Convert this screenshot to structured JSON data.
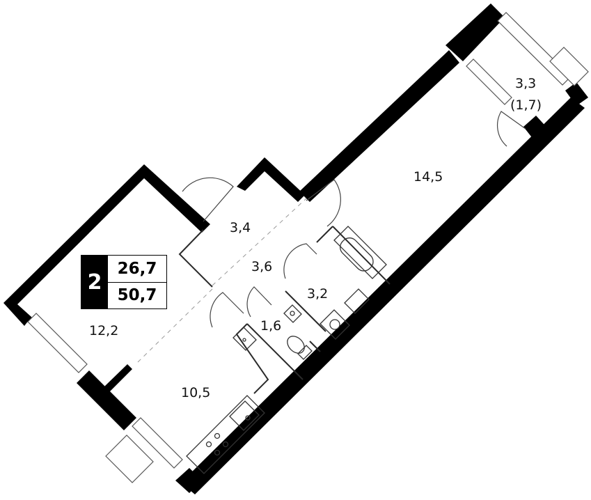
{
  "summary": {
    "rooms": "2",
    "living_area": "26,7",
    "total_area": "50,7"
  },
  "rooms": {
    "living_room_left": "12,2",
    "kitchen": "10,5",
    "hall": "3,4",
    "corridor": "3,6",
    "bathroom": "3,2",
    "toilet": "1,6",
    "bedroom_right": "14,5",
    "balcony_area": "3,3",
    "balcony_reduced": "(1,7)"
  }
}
